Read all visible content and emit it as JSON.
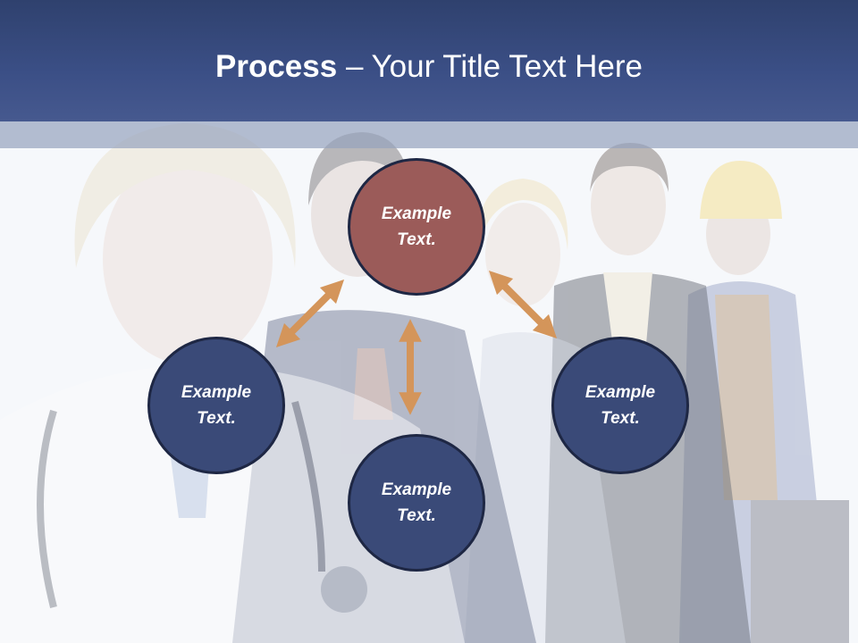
{
  "title": {
    "bold": "Process",
    "rest": " – Your Title Text Here"
  },
  "nodes": {
    "top": "Example Text.",
    "left": "Example Text.",
    "right": "Example Text.",
    "bottom": "Example Text."
  },
  "colors": {
    "title_band": "#3b4f86",
    "node_top": "#9b5b59",
    "node_blue": "#3a4a78",
    "arrow": "#d4955a",
    "background": "#f3f5f9"
  }
}
